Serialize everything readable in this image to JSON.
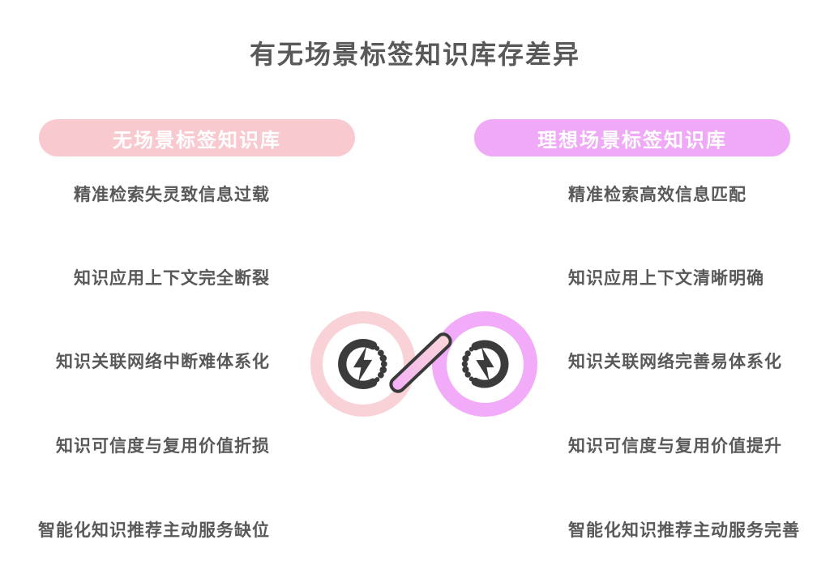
{
  "title": "有无场景标签知识库存差异",
  "left_panel": {
    "header": "无场景标签知识库",
    "items": [
      "精准检索失灵致信息过载",
      "知识应用上下文完全断裂",
      "知识关联网络中断难体系化",
      "知识可信度与复用价值折损",
      "智能化知识推荐主动服务缺位"
    ]
  },
  "right_panel": {
    "header": "理想场景标签知识库",
    "items": [
      "精准检索高效信息匹配",
      "知识应用上下文清晰明确",
      "知识关联网络完善易体系化",
      "知识可信度与复用价值提升",
      "智能化知识推荐主动服务完善"
    ]
  },
  "center_graphic": {
    "left_icon": "energy-bolt-dotted-circle",
    "right_icon": "energy-bolt-dotted-circle-mirrored",
    "connector": "diagonal-slash-bar"
  },
  "colors": {
    "background": "#ffffff",
    "title_text": "#595959",
    "body_text": "#595959",
    "pill_text": "#ffffff",
    "left_pill_bg": "#f9c9d0",
    "right_pill_bg": "#f0a9f7",
    "left_ring": "#f9d2d8",
    "right_ring": "#f2abf8",
    "icon_stroke": "#3b3b3b",
    "slash_outline": "#3a3a3a",
    "slash_gradient_start": "#f4aff8",
    "slash_gradient_end": "#fbd5da"
  }
}
